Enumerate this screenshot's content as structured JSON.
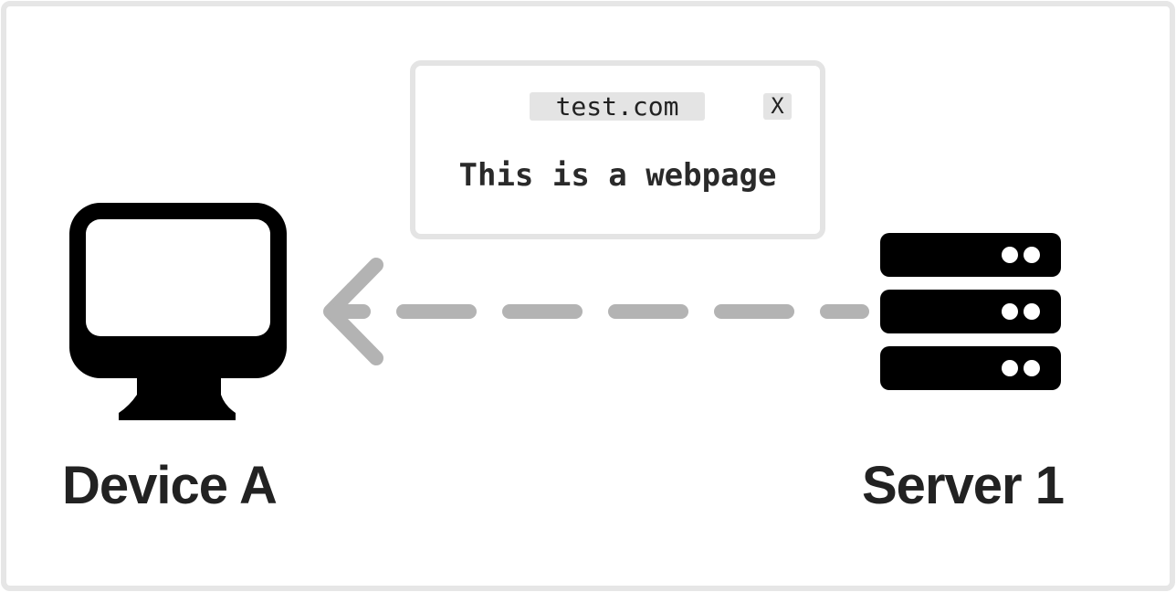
{
  "devices": {
    "left_label": "Device A",
    "right_label": "Server 1"
  },
  "popup": {
    "url": "test.com",
    "close_label": "X",
    "body_text": "This is a webpage"
  },
  "icons": {
    "left": "desktop-computer-icon",
    "right": "server-rack-icon",
    "connector": "dashed-arrow-left-icon"
  },
  "colors": {
    "icon": "#000000",
    "arrow": "#b3b3b3",
    "frame_border": "#e6e6e6",
    "popup_border": "#e4e4e4",
    "text": "#222222"
  }
}
